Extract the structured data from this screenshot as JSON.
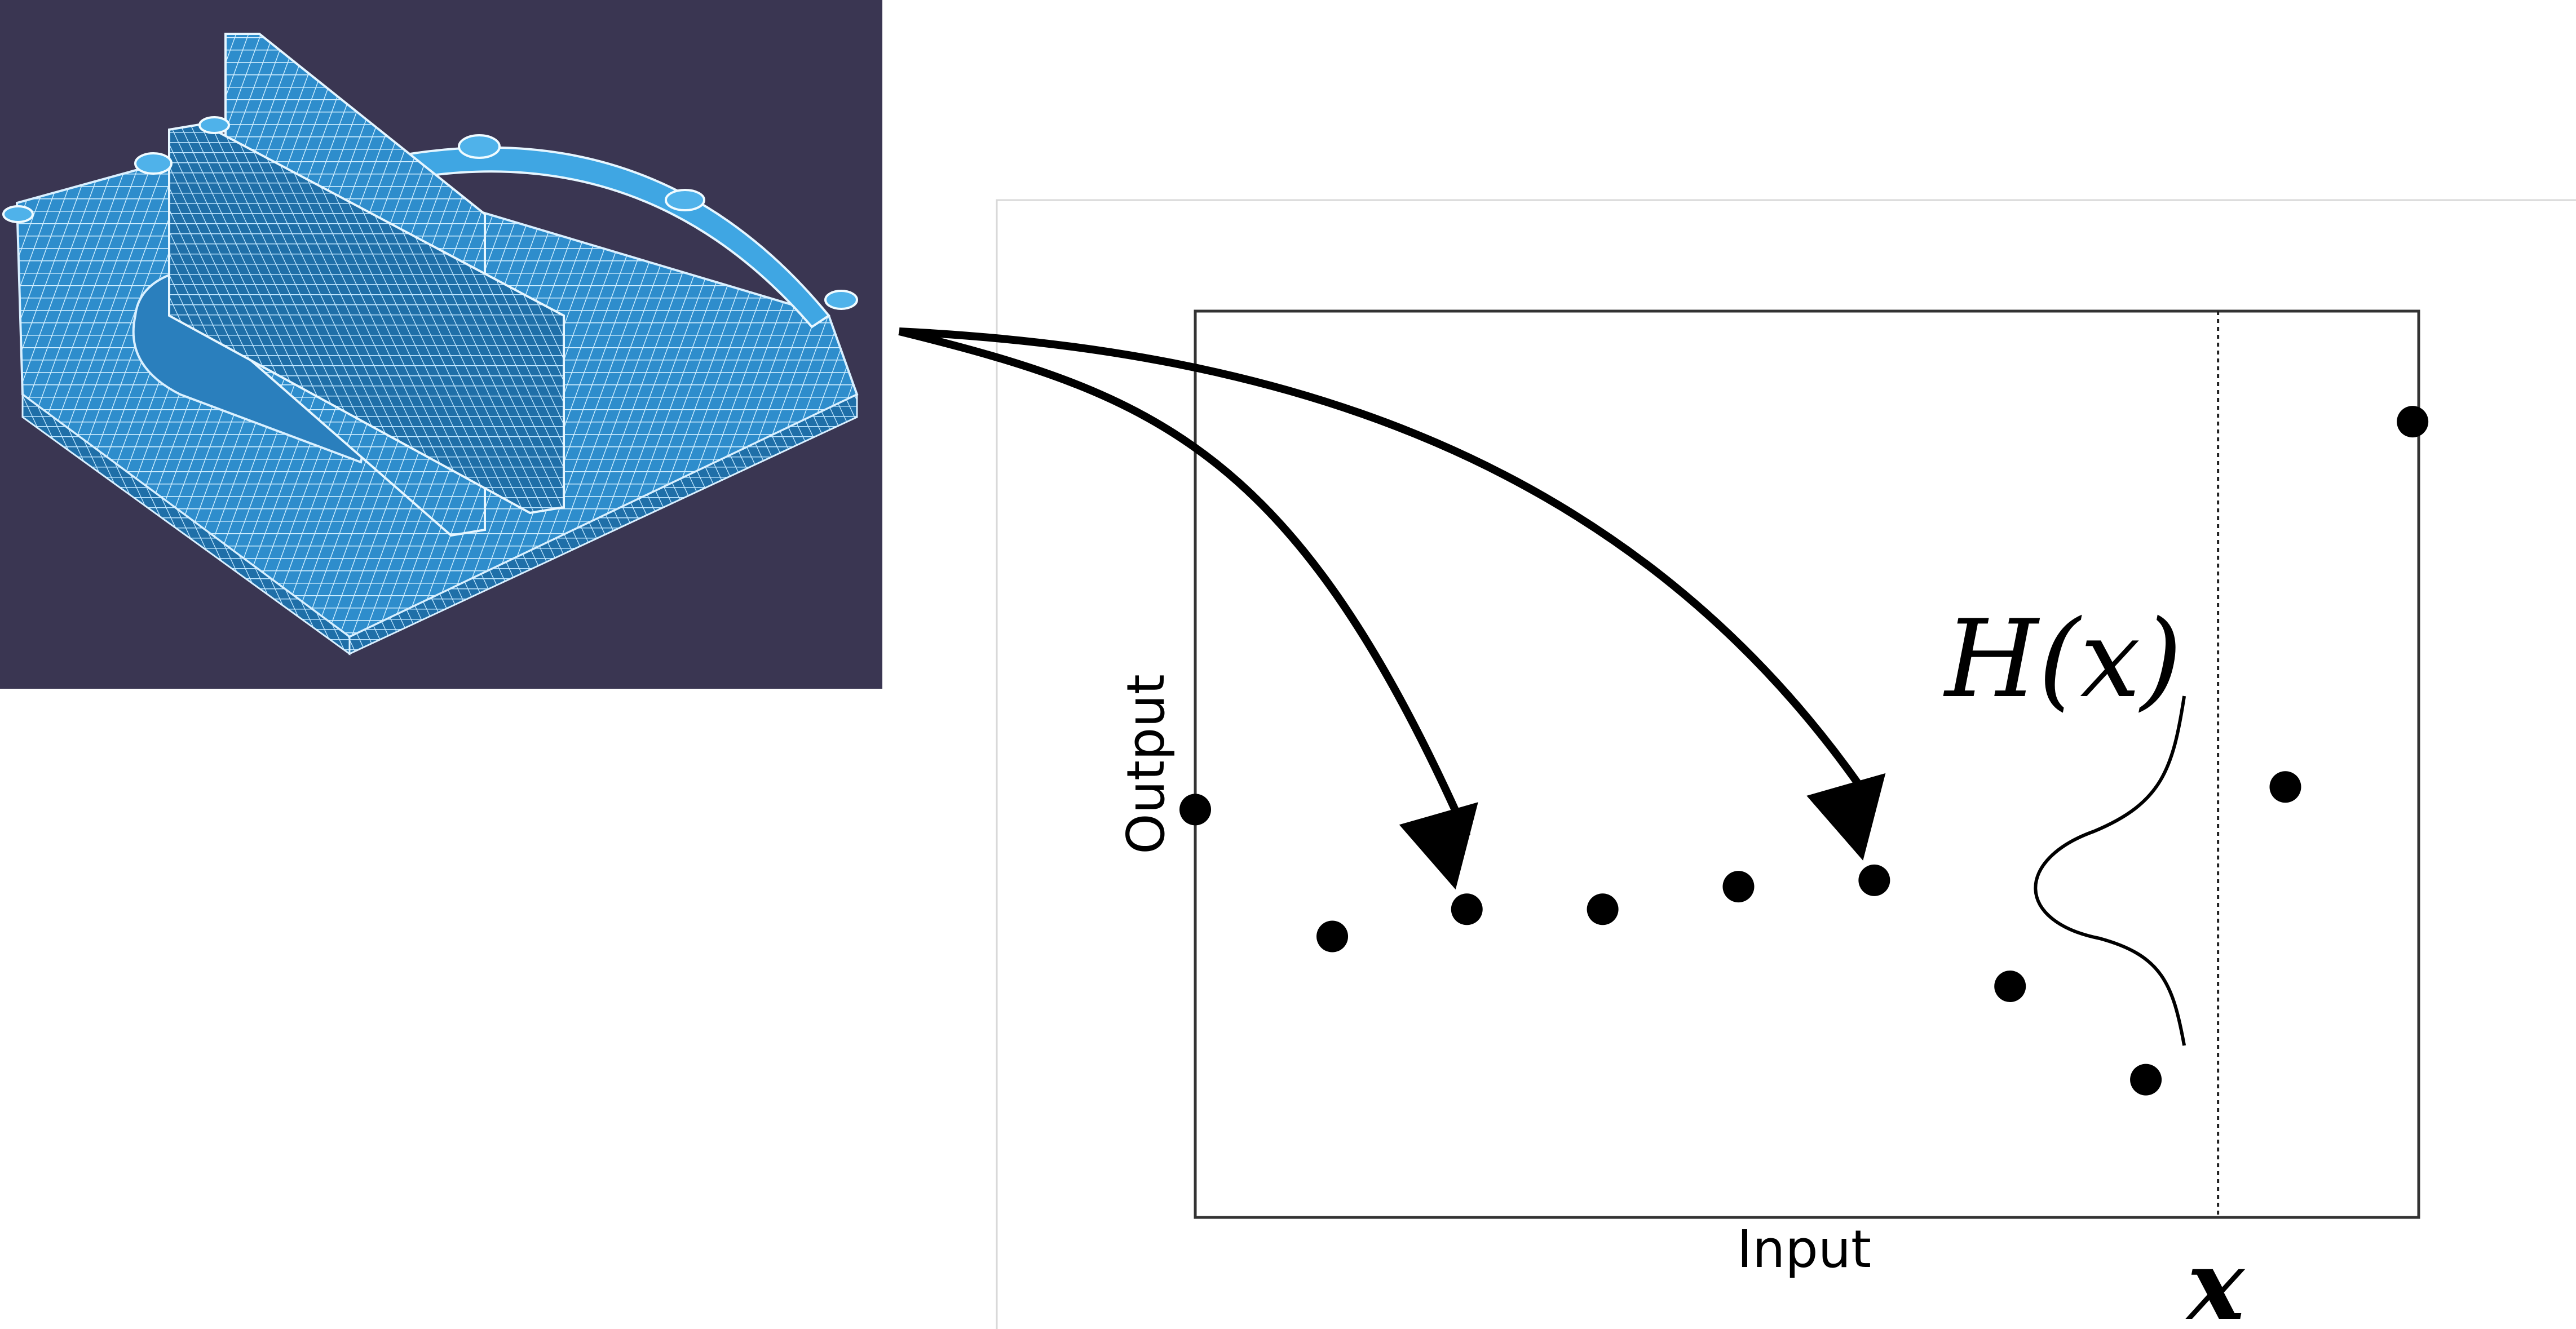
{
  "figure": {
    "panel_background": "#3a3652",
    "mesh_color": "#2f8fcf",
    "mesh_line_color": "#d9f0ff",
    "arrow_color": "#000000"
  },
  "chart_data": {
    "type": "scatter",
    "xlabel": "Input",
    "ylabel": "Output",
    "xlim": [
      0,
      1
    ],
    "ylim": [
      0,
      1
    ],
    "grid": false,
    "points": [
      {
        "x": 0.0,
        "y": 0.45
      },
      {
        "x": 0.112,
        "y": 0.31
      },
      {
        "x": 0.222,
        "y": 0.34
      },
      {
        "x": 0.333,
        "y": 0.34
      },
      {
        "x": 0.444,
        "y": 0.365
      },
      {
        "x": 0.555,
        "y": 0.372
      },
      {
        "x": 0.666,
        "y": 0.255
      },
      {
        "x": 0.777,
        "y": 0.152
      },
      {
        "x": 0.891,
        "y": 0.475
      },
      {
        "x": 0.995,
        "y": 0.878
      }
    ],
    "query_line_x": 0.836,
    "query_label": "x",
    "distribution_label": "H(x)",
    "arrow_targets": [
      2,
      5
    ]
  }
}
